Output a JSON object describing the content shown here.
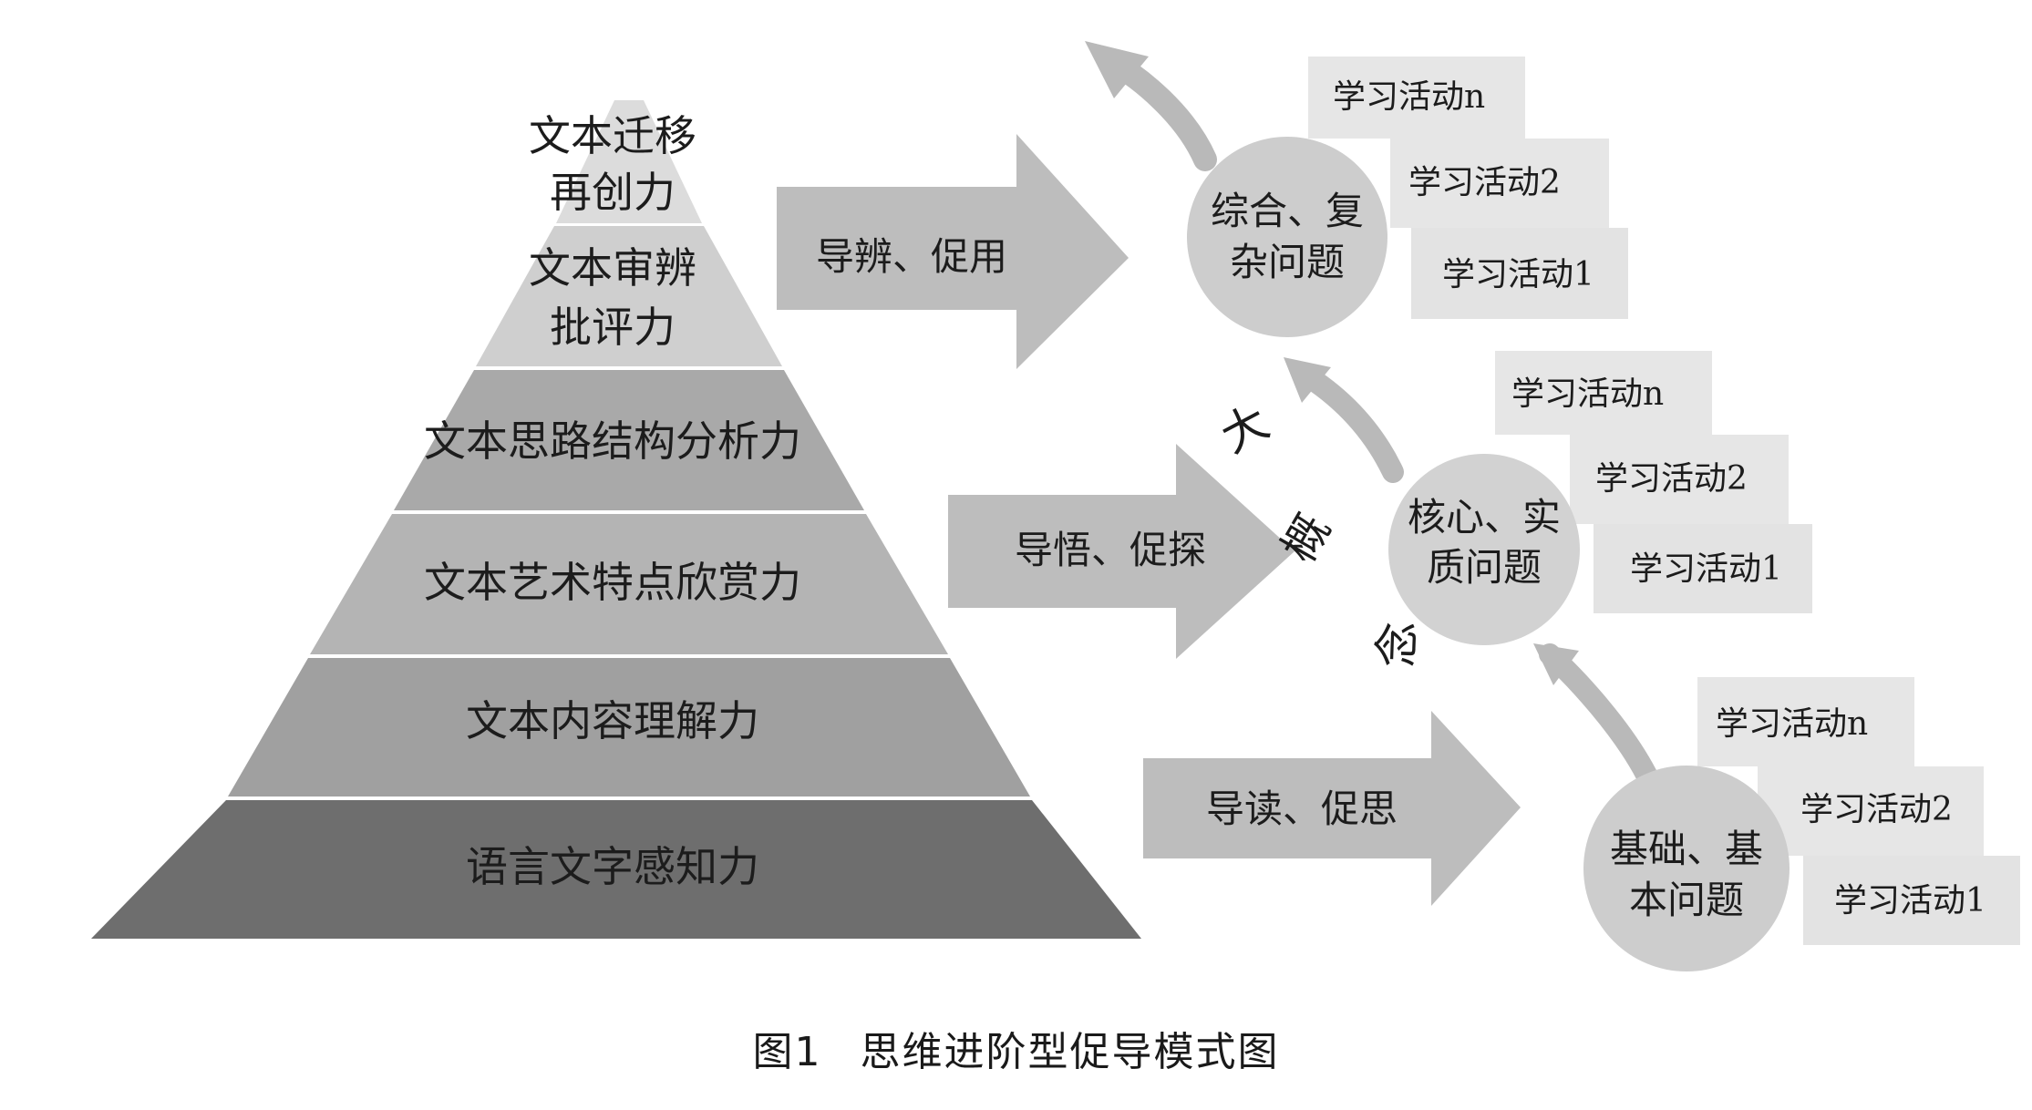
{
  "pyramid": {
    "layers": [
      {
        "lines": [
          "文本迁移",
          "再创力"
        ],
        "color": "#dcdcdc"
      },
      {
        "lines": [
          "文本审辨",
          "批评力"
        ],
        "color": "#cfcfcf"
      },
      {
        "lines": [
          "文本思路结构分析力"
        ],
        "color": "#a9a9a9"
      },
      {
        "lines": [
          "文本艺术特点欣赏力"
        ],
        "color": "#b4b4b4"
      },
      {
        "lines": [
          "文本内容理解力"
        ],
        "color": "#a0a0a0"
      },
      {
        "lines": [
          "语言文字感知力"
        ],
        "color": "#6e6e6e"
      }
    ]
  },
  "arrows": [
    {
      "label": "导辨、促用"
    },
    {
      "label": "导悟、促探"
    },
    {
      "label": "导读、促思"
    }
  ],
  "circles": [
    {
      "lines": [
        "综合、复",
        "杂问题"
      ]
    },
    {
      "lines": [
        "核心、实",
        "质问题"
      ]
    },
    {
      "lines": [
        "基础、基",
        "本问题"
      ]
    }
  ],
  "activities": [
    [
      "学习活动n",
      "学习活动2",
      "学习活动1"
    ],
    [
      "学习活动n",
      "学习活动2",
      "学习活动1"
    ],
    [
      "学习活动n",
      "学习活动2",
      "学习活动1"
    ]
  ],
  "big_concept": [
    "大",
    "概",
    "念"
  ],
  "caption": {
    "number": "图1",
    "title": "思维进阶型促导模式图"
  },
  "colors": {
    "arrow": "#bdbdbd",
    "circle": "#cdcdcd",
    "activity_box": "#e6e6e6",
    "curved_arrow": "#b9b9b9"
  }
}
